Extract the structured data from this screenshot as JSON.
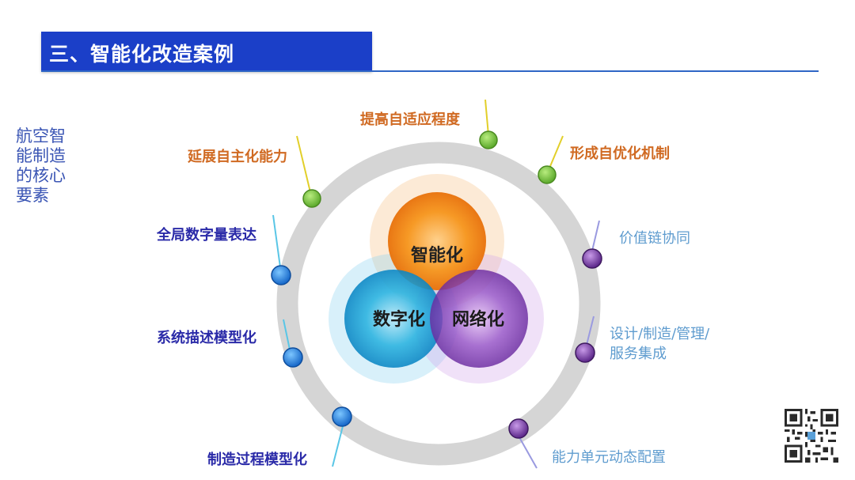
{
  "header": {
    "title": "三、智能化改造案例"
  },
  "side_label": {
    "lines": [
      "航空智",
      "能制造",
      "的核心",
      "要素"
    ]
  },
  "colors": {
    "title_bar": "#1b3fc8",
    "ring": "#d6d6d6",
    "orange": "#f08a1c",
    "cyan": "#1aa6d8",
    "purple": "#8a48b8",
    "green_dot": "#7cc23a",
    "blue_dot": "#1f7fe0",
    "purple_dot": "#7a3fa0"
  },
  "center": {
    "intelligent": "智能化",
    "digital": "数字化",
    "network": "网络化"
  },
  "labels": {
    "green": [
      "提高自适应程度",
      "延展自主化能力",
      "形成自优化机制"
    ],
    "blue": [
      "全局数字量表达",
      "系统描述模型化",
      "制造过程模型化"
    ],
    "purple": [
      "价值链协同",
      "设计/制造/管理/",
      "服务集成",
      "能力单元动态配置"
    ]
  }
}
